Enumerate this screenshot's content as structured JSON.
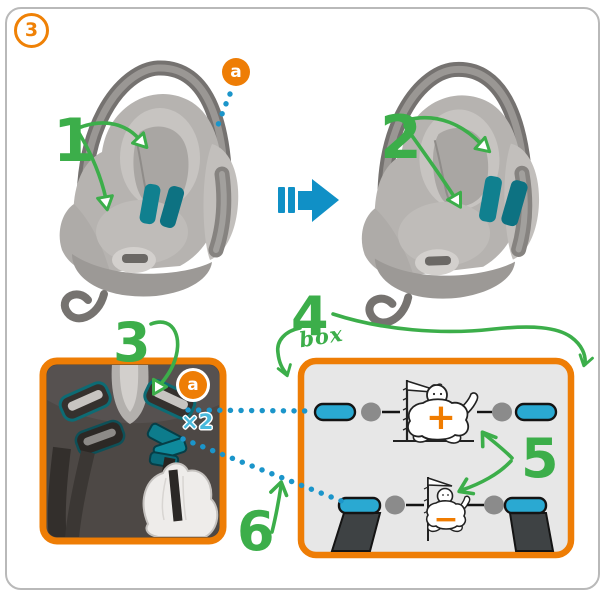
{
  "step_badge": {
    "label": "3"
  },
  "callouts": {
    "headrest_before": "1",
    "headrest_after": "2",
    "rear_view": "3",
    "upper_slots": "4",
    "size_guide": "5",
    "lower_slots": "6",
    "handwritten_note": "box",
    "strap_multiplier": "×2",
    "anchor_label": "a"
  },
  "size_guide": {
    "bigger_baby_symbol": "+",
    "smaller_baby_symbol": "−"
  },
  "icons": {
    "transition_arrow": "fast-forward-arrow",
    "leader_style": "blue-dotted-line"
  },
  "colors": {
    "accent_orange": "#ee7d05",
    "callout_green": "#3cae4a",
    "leader_blue": "#1b95ca",
    "slot_indicator_blue": "#2aa9d2",
    "harness_teal": "#0f7f8e",
    "panel_background": "#e7e7e7",
    "page_border_gray": "#b9b9b9"
  }
}
